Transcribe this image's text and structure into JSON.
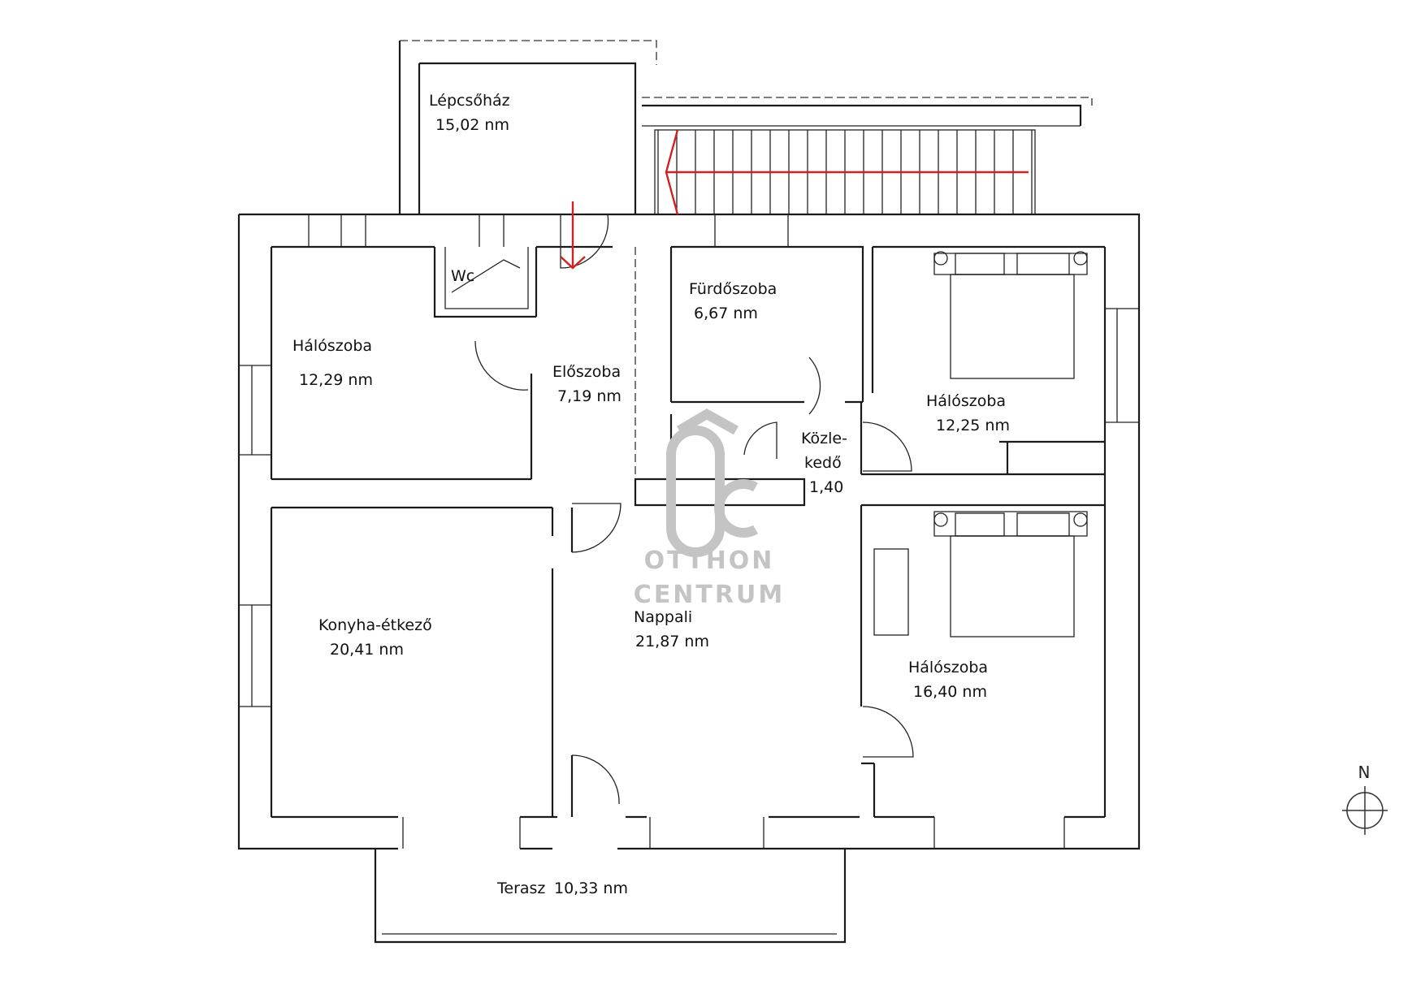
{
  "rooms": [
    {
      "id": "lepcsohaz",
      "name": "Lépcsőház",
      "area": "15,02 nm"
    },
    {
      "id": "wc",
      "name": "Wc",
      "area": ""
    },
    {
      "id": "halo1",
      "name": "Hálószoba",
      "area": "12,29 nm"
    },
    {
      "id": "eloszoba",
      "name": "Előszoba",
      "area": "7,19 nm"
    },
    {
      "id": "furdo",
      "name": "Fürdőszoba",
      "area": "6,67 nm"
    },
    {
      "id": "halo2",
      "name": "Hálószoba",
      "area": "12,25 nm"
    },
    {
      "id": "kozle",
      "name": "Közle-",
      "name2": "kedő",
      "area": "1,40"
    },
    {
      "id": "konyha",
      "name": "Konyha-étkező",
      "area": "20,41 nm"
    },
    {
      "id": "nappali",
      "name": "Nappali",
      "area": "21,87 nm"
    },
    {
      "id": "halo3",
      "name": "Hálószoba",
      "area": "16,40 nm"
    },
    {
      "id": "terasz",
      "name": "Terasz",
      "area": "10,33 nm"
    }
  ],
  "watermark": {
    "line1": "OTTHON",
    "line2": "CENTRUM"
  },
  "compass": {
    "label": "N"
  },
  "colors": {
    "wall": "#1a1a1a",
    "arrow": "#d32020",
    "watermark": "#c4c4c4"
  }
}
